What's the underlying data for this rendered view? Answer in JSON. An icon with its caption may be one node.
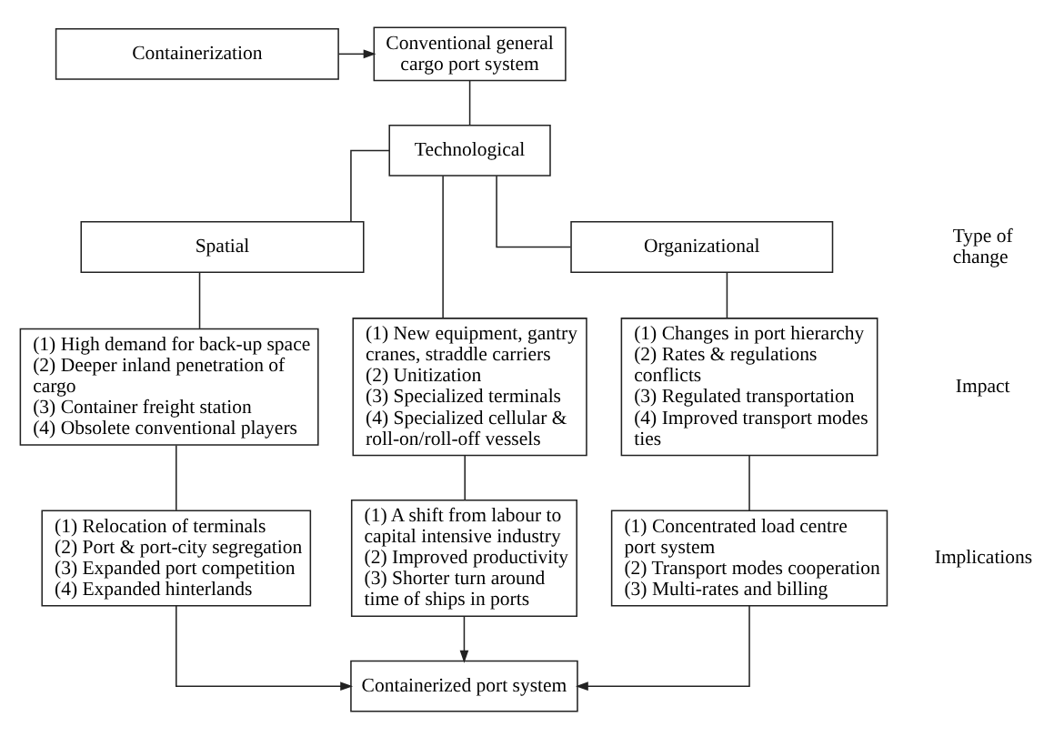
{
  "diagram": {
    "nodes": [
      {
        "text": [
          "Containerization"
        ]
      },
      {
        "text": [
          "Conventional general cargo port system"
        ]
      },
      {
        "text": [
          "Technological"
        ]
      },
      {
        "text": [
          "Spatial"
        ]
      },
      {
        "text": [
          "Organizational"
        ]
      },
      {
        "text": [
          "(1) High demand for back-up space",
          "(2) Deeper inland penetration of cargo",
          "(3) Container freight station",
          "(4) Obsolete conventional players"
        ]
      },
      {
        "text": [
          "(1) New equipment, gantry cranes, straddle carriers",
          "(2) Unitization",
          "(3) Specialized terminals",
          "(4) Specialized cellular & roll-on/roll-off vessels"
        ]
      },
      {
        "text": [
          "(1) Changes in port hierarchy",
          "(2) Rates & regulations conflicts",
          "(3) Regulated transportation",
          "(4) Improved transport modes ties"
        ]
      },
      {
        "text": [
          "(1) Relocation of terminals",
          "(2) Port & port-city segregation",
          "(3) Expanded port competition",
          "(4) Expanded hinterlands"
        ]
      },
      {
        "text": [
          "(1) A shift from labour to capital intensive industry",
          "(2) Improved productivity",
          "(3) Shorter turn around time of ships in ports"
        ]
      },
      {
        "text": [
          "(1) Concentrated load centre port system",
          "(2) Transport modes cooperation",
          "(3) Multi-rates and billing"
        ]
      },
      {
        "text": [
          "Containerized port system"
        ]
      }
    ],
    "edges": [
      {
        "from": 0,
        "to": 1,
        "arrow": "to"
      },
      {
        "from": 1,
        "to": 2,
        "arrow": "none"
      },
      {
        "from": 2,
        "to": 3,
        "arrow": "none"
      },
      {
        "from": 2,
        "to": 6,
        "arrow": "none"
      },
      {
        "from": 2,
        "to": 4,
        "arrow": "none"
      },
      {
        "from": 3,
        "to": 5,
        "arrow": "none"
      },
      {
        "from": 4,
        "to": 7,
        "arrow": "none"
      },
      {
        "from": 5,
        "to": 8,
        "arrow": "none"
      },
      {
        "from": 6,
        "to": 9,
        "arrow": "none"
      },
      {
        "from": 7,
        "to": 10,
        "arrow": "none"
      },
      {
        "from": 8,
        "to": 11,
        "arrow": "to"
      },
      {
        "from": 9,
        "to": 11,
        "arrow": "to"
      },
      {
        "from": 10,
        "to": 11,
        "arrow": "to"
      }
    ],
    "labels": [
      "Type of change",
      "Impact",
      "Implications"
    ]
  }
}
